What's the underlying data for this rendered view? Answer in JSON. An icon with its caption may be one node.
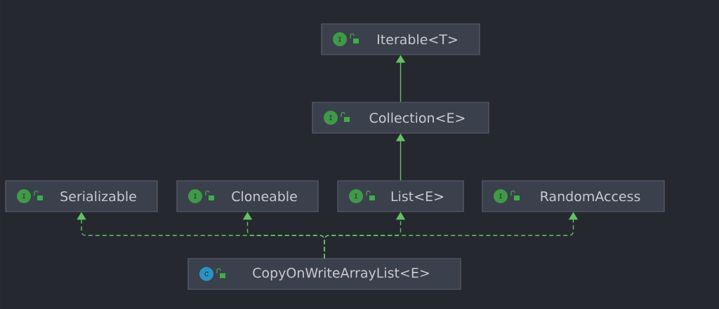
{
  "diagram": {
    "nodes": [
      {
        "text": [
          "I",
          "Iterable<T>"
        ]
      },
      {
        "text": [
          "I",
          "Collection<E>"
        ]
      },
      {
        "text": [
          "I",
          "Serializable"
        ]
      },
      {
        "text": [
          "I",
          "Cloneable"
        ]
      },
      {
        "text": [
          "I",
          "List<E>"
        ]
      },
      {
        "text": [
          "I",
          "RandomAccess"
        ]
      },
      {
        "text": [
          "C",
          "CopyOnWriteArrayList<E>"
        ]
      }
    ],
    "edges": [
      {
        "from": 1,
        "to": 0,
        "arrow": "to"
      },
      {
        "from": 4,
        "to": 1,
        "arrow": "to"
      },
      {
        "from": 6,
        "to": 2,
        "arrow": "to",
        "style": "dashed"
      },
      {
        "from": 6,
        "to": 3,
        "arrow": "to",
        "style": "dashed"
      },
      {
        "from": 6,
        "to": 4,
        "arrow": "to",
        "style": "dashed"
      },
      {
        "from": 6,
        "to": 5,
        "arrow": "to",
        "style": "dashed"
      }
    ]
  }
}
